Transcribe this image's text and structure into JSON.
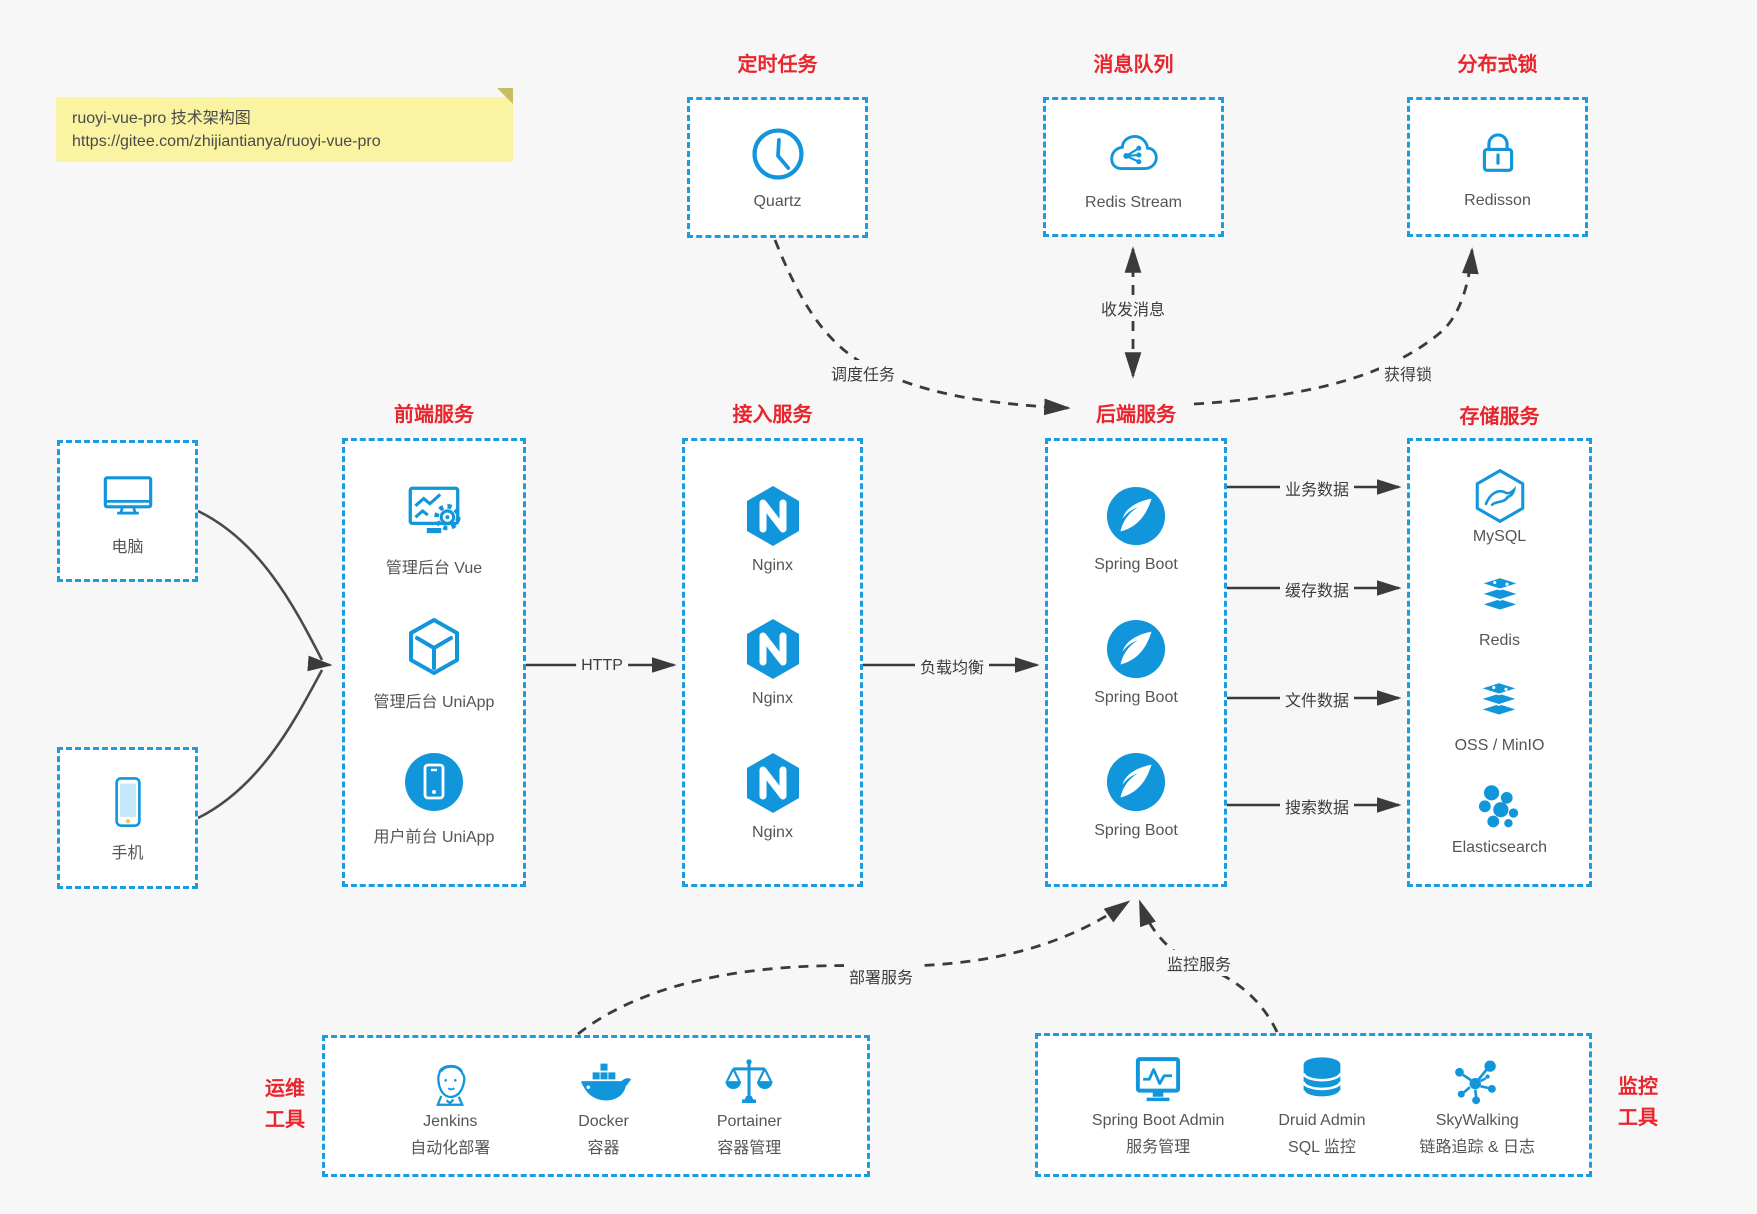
{
  "note": {
    "line1": "ruoyi-vue-pro 技术架构图",
    "line2": "https://gitee.com/zhijiantianya/ruoyi-vue-pro"
  },
  "colors": {
    "accent": "#1296db",
    "box_border": "#1b9ce0",
    "title_red": "#e8252c",
    "arrow": "#3b3b3b",
    "note_bg": "#faf3a1"
  },
  "top_groups": [
    {
      "title": "定时任务",
      "label": "Quartz",
      "icon": "clock-icon"
    },
    {
      "title": "消息队列",
      "label": "Redis Stream",
      "icon": "cloud-share-icon"
    },
    {
      "title": "分布式锁",
      "label": "Redisson",
      "icon": "lock-icon"
    }
  ],
  "clients": [
    {
      "label": "电脑",
      "icon": "desktop-icon"
    },
    {
      "label": "手机",
      "icon": "smartphone-icon"
    }
  ],
  "columns": [
    {
      "title": "前端服务",
      "items": [
        {
          "label": "管理后台 Vue",
          "icon": "admin-dashboard-icon"
        },
        {
          "label": "管理后台 UniApp",
          "icon": "uniapp-cube-icon"
        },
        {
          "label": "用户前台 UniApp",
          "icon": "mobile-app-icon"
        }
      ]
    },
    {
      "title": "接入服务",
      "items": [
        {
          "label": "Nginx",
          "icon": "nginx-icon"
        },
        {
          "label": "Nginx",
          "icon": "nginx-icon"
        },
        {
          "label": "Nginx",
          "icon": "nginx-icon"
        }
      ]
    },
    {
      "title": "后端服务",
      "items": [
        {
          "label": "Spring Boot",
          "icon": "spring-boot-icon"
        },
        {
          "label": "Spring Boot",
          "icon": "spring-boot-icon"
        },
        {
          "label": "Spring Boot",
          "icon": "spring-boot-icon"
        }
      ]
    },
    {
      "title": "存储服务",
      "items": [
        {
          "label": "MySQL",
          "icon": "mysql-icon"
        },
        {
          "label": "Redis",
          "icon": "redis-stack-icon"
        },
        {
          "label": "OSS / MinIO",
          "icon": "redis-stack-icon"
        },
        {
          "label": "Elasticsearch",
          "icon": "elasticsearch-icon"
        }
      ]
    }
  ],
  "bottom_groups": [
    {
      "side_label_line1": "运维",
      "side_label_line2": "工具",
      "items": [
        {
          "label": "Jenkins",
          "sublabel": "自动化部署",
          "icon": "jenkins-icon"
        },
        {
          "label": "Docker",
          "sublabel": "容器",
          "icon": "docker-icon"
        },
        {
          "label": "Portainer",
          "sublabel": "容器管理",
          "icon": "portainer-scales-icon"
        }
      ]
    },
    {
      "side_label_line1": "监控",
      "side_label_line2": "工具",
      "items": [
        {
          "label": "Spring Boot Admin",
          "sublabel": "服务管理",
          "icon": "monitor-pulse-icon"
        },
        {
          "label": "Druid Admin",
          "sublabel": "SQL 监控",
          "icon": "database-icon"
        },
        {
          "label": "SkyWalking",
          "sublabel": "链路追踪 & 日志",
          "icon": "topology-icon"
        }
      ]
    }
  ],
  "edges": {
    "http": "HTTP",
    "load_balance": "负载均衡",
    "business_data": "业务数据",
    "cache_data": "缓存数据",
    "file_data": "文件数据",
    "search_data": "搜索数据",
    "schedule_task": "调度任务",
    "send_receive_message": "收发消息",
    "acquire_lock": "获得锁",
    "deploy_service": "部署服务",
    "monitor_service": "监控服务"
  }
}
